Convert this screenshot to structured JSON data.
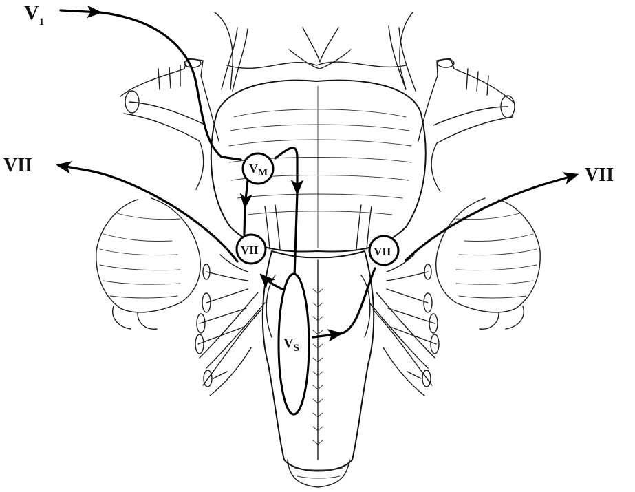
{
  "labels": {
    "v1_main": "V",
    "v1_sub": "1",
    "vii_left": "VII",
    "vii_right": "VII",
    "vm_main": "V",
    "vm_sub": "M",
    "vii_nucleus_left": "VII",
    "vii_nucleus_right": "VII",
    "vs_main": "V",
    "vs_sub": "S"
  }
}
